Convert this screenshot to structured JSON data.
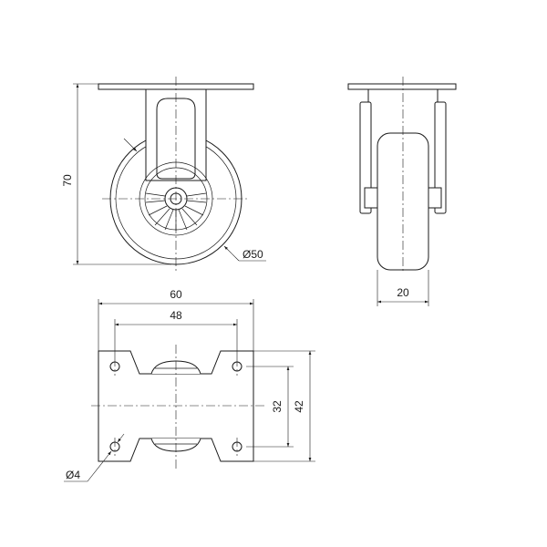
{
  "dimensions": {
    "height_total": "70",
    "wheel_diameter": "Ø50",
    "wheel_width": "20",
    "plate_width": "60",
    "hole_spacing_x": "48",
    "hole_spacing_y": "32",
    "plate_depth": "42",
    "hole_diameter": "Ø4"
  },
  "colors": {
    "line": "#1a1a1a",
    "background": "#ffffff"
  }
}
